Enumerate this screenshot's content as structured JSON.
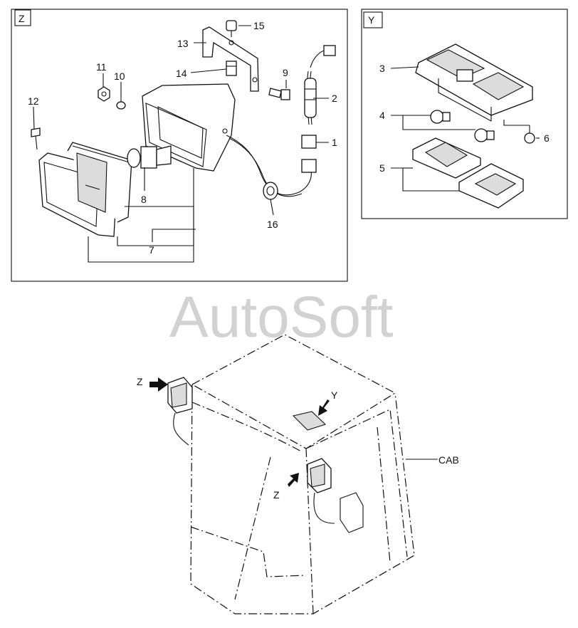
{
  "watermark": "AutoSoft",
  "panel_z": {
    "tag": "Z",
    "callouts": [
      "1",
      "2",
      "7",
      "8",
      "9",
      "10",
      "11",
      "12",
      "13",
      "14",
      "15",
      "16"
    ]
  },
  "panel_y": {
    "tag": "Y",
    "callouts": [
      "3",
      "4",
      "5",
      "6"
    ]
  },
  "cab": {
    "label": "CAB",
    "view_markers": [
      "Z",
      "Y",
      "Z"
    ]
  }
}
